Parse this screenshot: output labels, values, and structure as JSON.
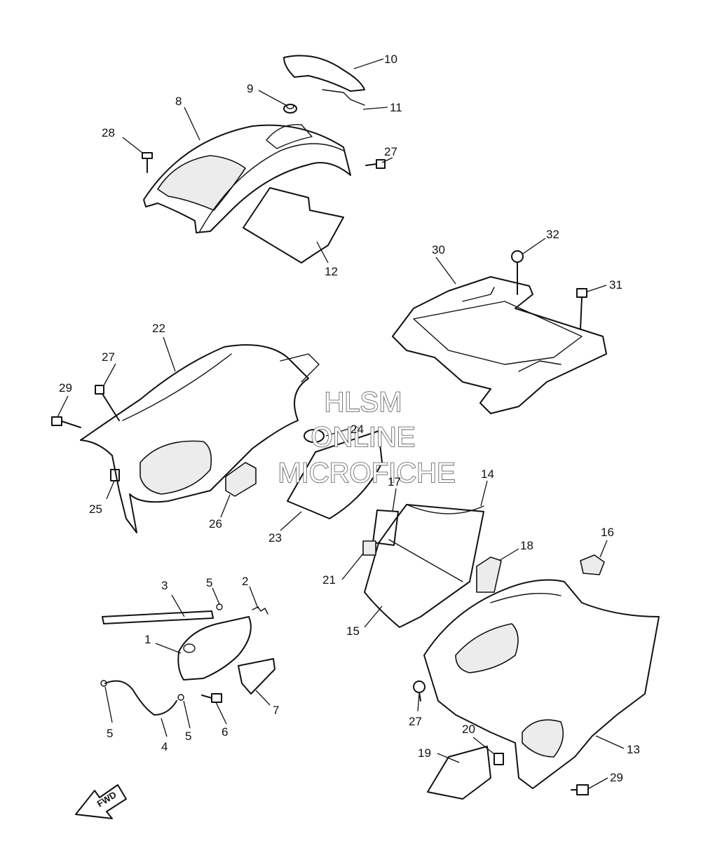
{
  "watermark": {
    "line1": "HLSM",
    "line2": "ONLINE",
    "line3": "MICROFICHE"
  },
  "fwd_label": "FWD",
  "callouts": {
    "c1": "1",
    "c2": "2",
    "c3": "3",
    "c4": "4",
    "c5a": "5",
    "c5b": "5",
    "c5c": "5",
    "c6": "6",
    "c7": "7",
    "c8": "8",
    "c9": "9",
    "c10": "10",
    "c11": "11",
    "c12": "12",
    "c13": "13",
    "c14": "14",
    "c15": "15",
    "c16": "16",
    "c17": "17",
    "c18": "18",
    "c19": "19",
    "c20": "20",
    "c21": "21",
    "c22": "22",
    "c23": "23",
    "c24": "24",
    "c25": "25",
    "c26": "26",
    "c27a": "27",
    "c27b": "27",
    "c27c": "27",
    "c28": "28",
    "c29a": "29",
    "c29b": "29",
    "c30": "30",
    "c31": "31",
    "c32": "32"
  }
}
